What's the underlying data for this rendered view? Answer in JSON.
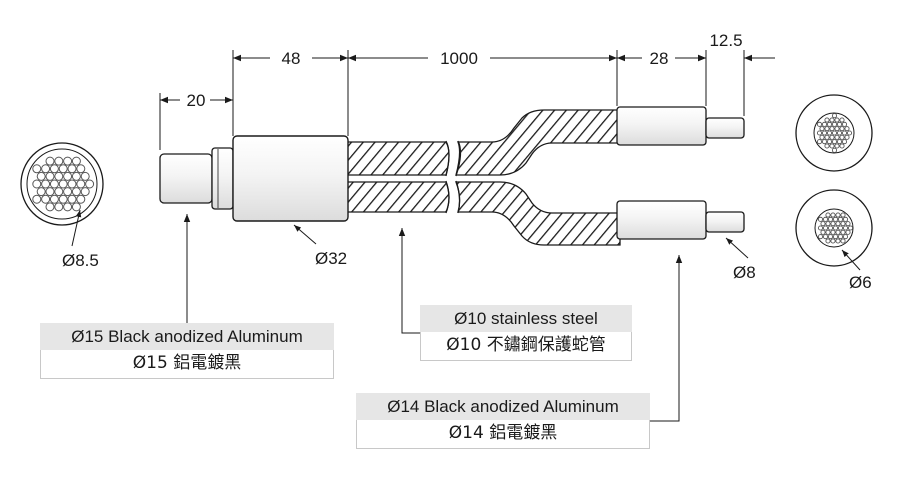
{
  "dimensions": {
    "d20": "20",
    "d48": "48",
    "d1000": "1000",
    "d28": "28",
    "d12_5": "12.5",
    "dia8_5": "Ø8.5",
    "dia32": "Ø32",
    "dia8": "Ø8",
    "dia6": "Ø6"
  },
  "callouts": {
    "tube": {
      "en": "Ø10 stainless steel",
      "zh": "Ø10 不鏽鋼保護蛇管"
    },
    "front_tube": {
      "en": "Ø15 Black anodized Aluminum",
      "zh": "Ø15 鋁電鍍黑"
    },
    "rear_tube": {
      "en": "Ø14 Black anodized Aluminum",
      "zh": "Ø14 鋁電鍍黑"
    }
  },
  "colors": {
    "line": "#1a1a1a",
    "label_fill": "#e6e6e6",
    "label_border": "#c8c8c8"
  }
}
